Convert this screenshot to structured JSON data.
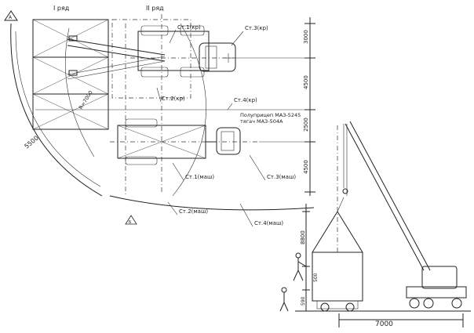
{
  "rows": {
    "row_1": "I ряд",
    "row_2": "II ряд"
  },
  "positions": {
    "st1_kr": "Ст.1(кр)",
    "st2_kr": "Ст.2(кр)",
    "st3_kr": "Ст.3(кр)",
    "st4_kr": "Ст.4(кр)",
    "st1_mash": "Ст.1(маш)",
    "st2_mash": "Ст.2(маш)",
    "st3_mash": "Ст.3(маш)",
    "st4_mash": "Ст.4(маш)"
  },
  "vehicle_note": {
    "line1": "Полуприцеп МАЗ-5245",
    "line2": "тягач МАЗ-504А"
  },
  "radius_label": "R=7000",
  "dims_plan": {
    "d1": "3000",
    "d2": "4500",
    "d3": "2500",
    "d4": "4500",
    "radius": "5500"
  },
  "dims_elev": {
    "height": "8800",
    "d2": "500",
    "d3": "590",
    "base": "7000"
  },
  "north_markers": {
    "a": "А",
    "b": "Б"
  }
}
